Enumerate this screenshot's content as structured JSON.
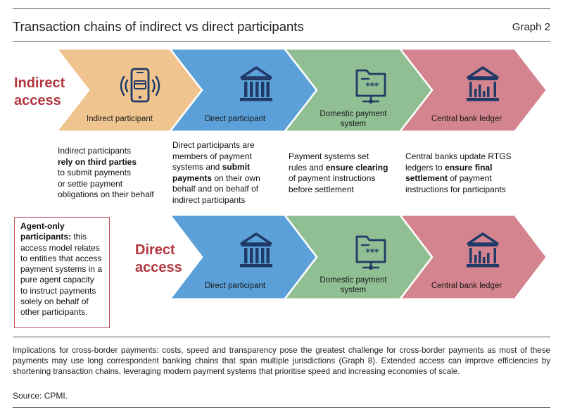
{
  "header": {
    "title": "Transaction chains of indirect vs direct participants",
    "graph_number": "Graph 2"
  },
  "indirect_access": {
    "label_line1": "Indirect",
    "label_line2": "access",
    "steps": [
      {
        "label": "Indirect participant",
        "icon": "mobile-payment-icon",
        "color": "#f0c48e"
      },
      {
        "label": "Direct participant",
        "icon": "bank-building-icon",
        "color": "#5ba0d8"
      },
      {
        "label_line1": "Domestic payment",
        "label_line2": "system",
        "icon": "payment-document-icon",
        "color": "#8fbf93"
      },
      {
        "label": "Central bank ledger",
        "icon": "central-bank-chart-icon",
        "color": "#d4848e"
      }
    ],
    "descriptions": [
      {
        "l1": "Indirect participants",
        "l2b": "rely on third parties",
        "l3": "to submit payments",
        "l4": "or settle payment",
        "l5": "obligations on their behalf"
      },
      {
        "l1": "Direct participants are",
        "l2": "members of payment",
        "l3a": "systems and ",
        "l3b": "submit",
        "l4b": "payments",
        "l4a": " on their own",
        "l5": "behalf and on behalf of",
        "l6": "indirect participants"
      },
      {
        "l1": "Payment systems set",
        "l2a": "rules and ",
        "l2b": "ensure clearing",
        "l3": "of payment instructions",
        "l4": "before settlement"
      },
      {
        "l1": "Central banks update RTGS",
        "l2a": "ledgers to ",
        "l2b": "ensure final",
        "l3b": "settlement",
        "l3a": " of payment",
        "l4": "instructions for participants"
      }
    ]
  },
  "direct_access": {
    "label_line1": "Direct",
    "label_line2": "access",
    "steps": [
      {
        "label": "Direct participant",
        "icon": "bank-building-icon",
        "color": "#5ba0d8"
      },
      {
        "label_line1": "Domestic payment",
        "label_line2": "system",
        "icon": "payment-document-icon",
        "color": "#8fbf93"
      },
      {
        "label": "Central bank ledger",
        "icon": "central-bank-chart-icon",
        "color": "#d4848e"
      }
    ]
  },
  "agent_only": {
    "bold1": "Agent-only",
    "bold2": "participants:",
    "l2": " this",
    "l3": "access model relates",
    "l4": "to entities that access",
    "l5": "payment systems in a",
    "l6": "pure agent capacity",
    "l7": "to instruct payments",
    "l8": "solely on behalf of",
    "l9": "other participants."
  },
  "footer": {
    "implications": "Implications for cross-border payments: costs, speed and transparency pose the greatest challenge for cross-border payments as most of these payments may use long correspondent banking chains that span multiple jurisdictions (Graph 8). Extended access can improve efficiencies by shortening transaction chains, leveraging modern payment systems that prioritise speed and increasing economies of scale.",
    "source": "Source: CPMI."
  },
  "colors": {
    "indirect_participant": "#f0c48e",
    "direct_participant": "#5ba0d8",
    "payment_system": "#8fbf93",
    "central_bank": "#d4848e",
    "access_label": "#b3353e",
    "icon": "#1f3a66"
  }
}
